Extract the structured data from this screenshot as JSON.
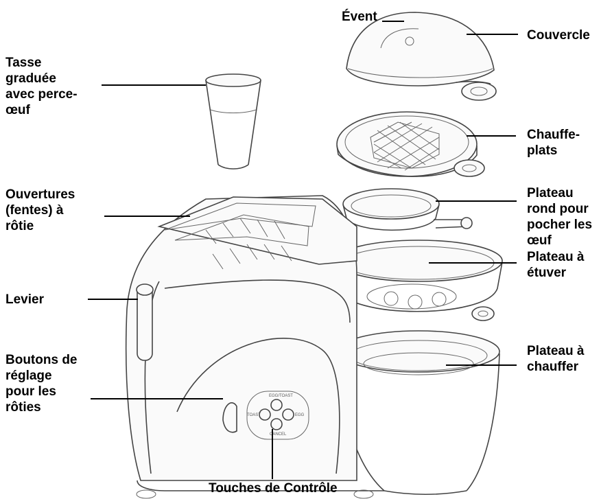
{
  "labels": {
    "event": "Évent",
    "couvercle": "Couvercle",
    "tasse": "Tasse\ngraduée\navec perce-\nœuf",
    "chauffe_plats": "Chauffe-\nplats",
    "ouvertures": "Ouvertures\n(fentes) à\nrôtie",
    "plateau_rond": "Plateau\nrond pour\npocher les\nœuf",
    "plateau_etuver": "Plateau à\nétuver",
    "levier": "Levier",
    "plateau_chauffer": "Plateau à\nchauffer",
    "boutons": "Boutons de\nréglage\npour les\nrôties",
    "touches": "Touches de Contrôle"
  },
  "panel_text": {
    "top": "EGG/TOAST",
    "left": "TOAST",
    "right": "EGG",
    "bottom": "CANCEL"
  },
  "colors": {
    "line": "#000000",
    "art": "#444444",
    "background": "#ffffff"
  }
}
